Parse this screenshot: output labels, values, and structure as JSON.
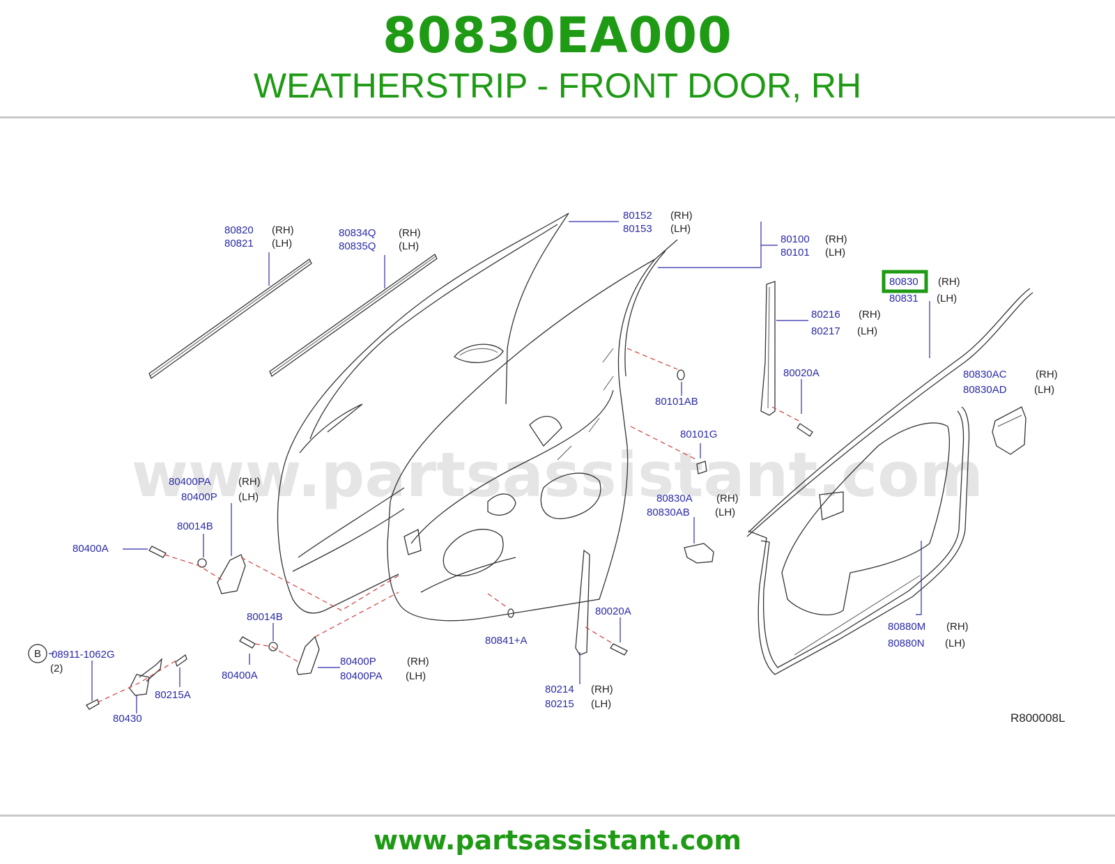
{
  "header": {
    "part_number": "80830EA000",
    "description": "WEATHERSTRIP - FRONT DOOR, RH"
  },
  "footer": {
    "url": "www.partsassistant.com"
  },
  "watermark": "www.partsassistant.com",
  "diagram_ref": "R800008L",
  "highlight_color": "#1e9a14",
  "label_color": "#2a2aa8",
  "callouts": {
    "c80820": "80820",
    "c80820_s": "(RH)",
    "c80821": "80821",
    "c80821_s": "(LH)",
    "c80834q": "80834Q",
    "c80834q_s": "(RH)",
    "c80835q": "80835Q",
    "c80835q_s": "(LH)",
    "c80152": "80152",
    "c80152_s": "(RH)",
    "c80153": "80153",
    "c80153_s": "(LH)",
    "c80100": "80100",
    "c80100_s": "(RH)",
    "c80101": "80101",
    "c80101_s": "(LH)",
    "c80830": "80830",
    "c80830_s": "(RH)",
    "c80831": "80831",
    "c80831_s": "(LH)",
    "c80216": "80216",
    "c80216_s": "(RH)",
    "c80217": "80217",
    "c80217_s": "(LH)",
    "c80020a_top": "80020A",
    "c80101ab": "80101AB",
    "c80830ac": "80830AC",
    "c80830ac_s": "(RH)",
    "c80830ad": "80830AD",
    "c80830ad_s": "(LH)",
    "c80101g": "80101G",
    "c80400pa_top": "80400PA",
    "c80400pa_top_s": "(RH)",
    "c80400p_top": "80400P",
    "c80400p_top_s": "(LH)",
    "c80830a": "80830A",
    "c80830a_s": "(RH)",
    "c80830ab": "80830AB",
    "c80830ab_s": "(LH)",
    "c80014b_top": "80014B",
    "c80400a_top": "80400A",
    "c80020a_bot": "80020A",
    "c80014b_bot": "80014B",
    "c80841a": "80841+A",
    "c80880m": "80880M",
    "c80880m_s": "(RH)",
    "c80880n": "80880N",
    "c80880n_s": "(LH)",
    "c_b_circle": "B",
    "c08911": "08911-1062G",
    "c08911_qty": "(2)",
    "c80400p_bot": "80400P",
    "c80400p_bot_s": "(RH)",
    "c80400pa_bot": "80400PA",
    "c80400pa_bot_s": "(LH)",
    "c80400a_bot": "80400A",
    "c80215a": "80215A",
    "c80214": "80214",
    "c80214_s": "(RH)",
    "c80215": "80215",
    "c80215_s": "(LH)",
    "c80430": "80430"
  }
}
